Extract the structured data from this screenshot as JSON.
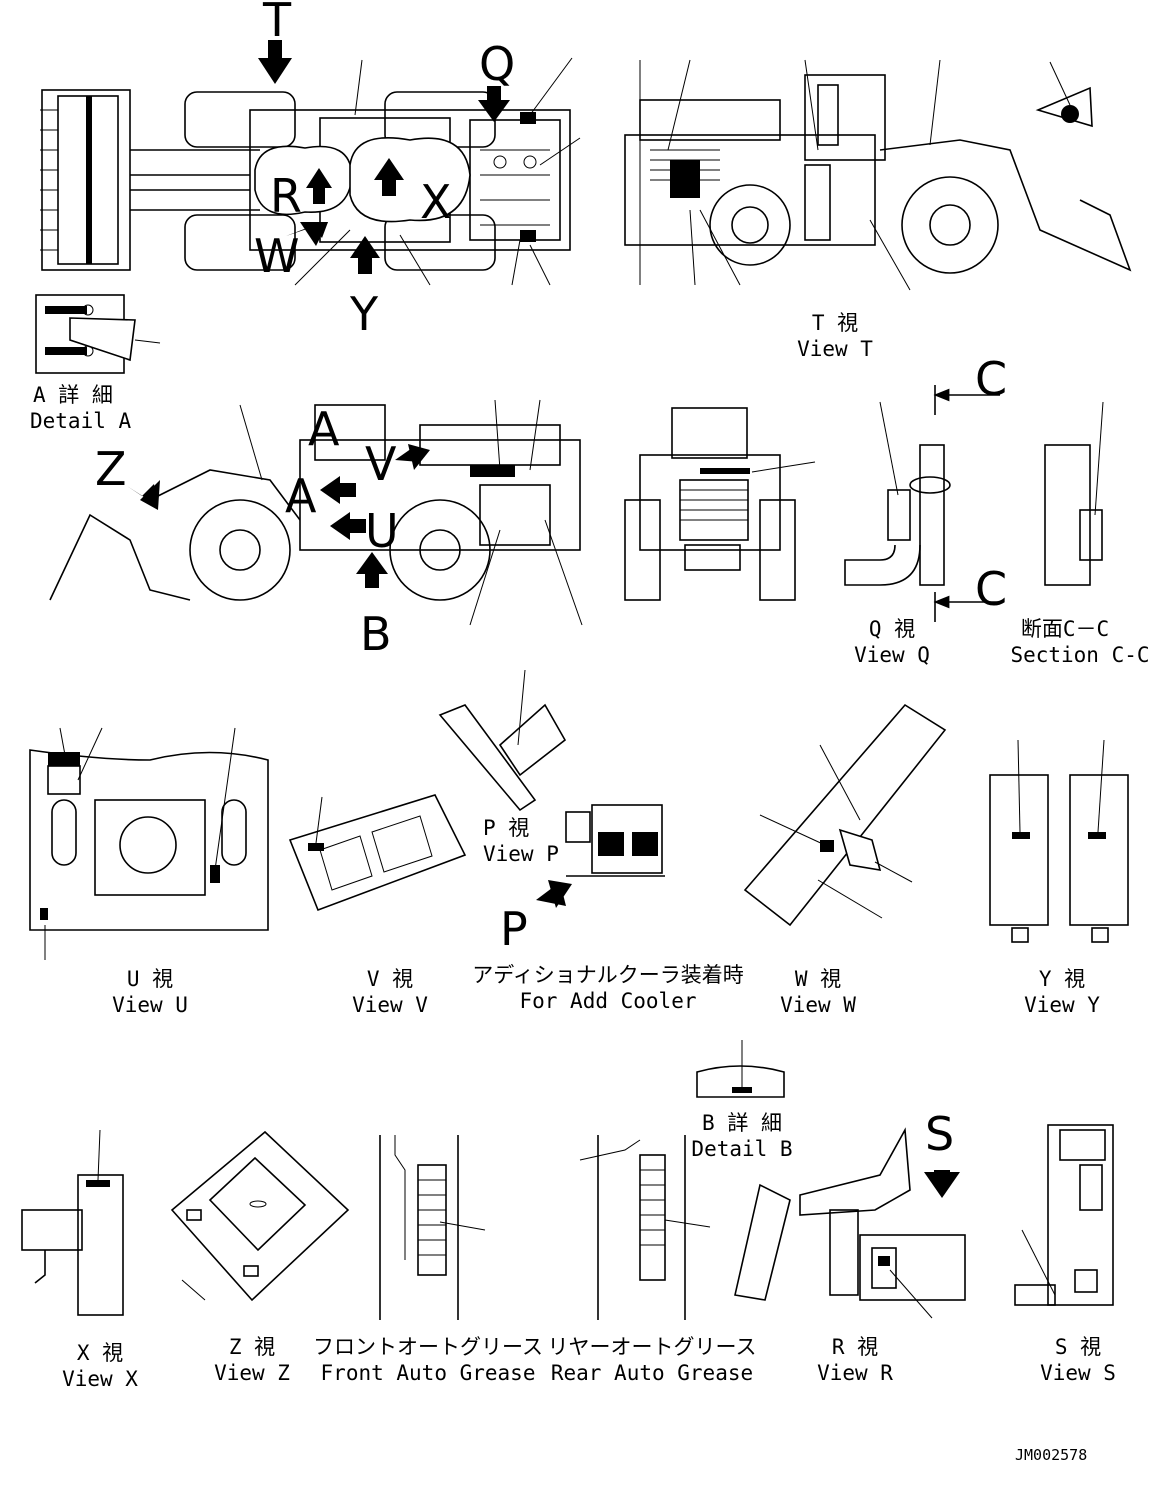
{
  "drawing_number": "JM002578",
  "view_letters": {
    "T": "T",
    "Q": "Q",
    "R": "R",
    "X": "X",
    "W": "W",
    "Y": "Y",
    "Z": "Z",
    "A": "A",
    "V": "V",
    "U": "U",
    "B": "B",
    "C": "C",
    "P": "P",
    "S": "S"
  },
  "captions": {
    "view_t": {
      "jp": "T 視",
      "en": "View T"
    },
    "detail_a": {
      "jp": "A 詳 細",
      "en": "Detail A"
    },
    "view_q": {
      "jp": "Q 視",
      "en": "View Q"
    },
    "section_cc": {
      "jp": "断面C－C",
      "en": "Section C-C"
    },
    "view_p": {
      "jp": "P 視",
      "en": "View P"
    },
    "view_u": {
      "jp": "U 視",
      "en": "View U"
    },
    "view_v": {
      "jp": "V 視",
      "en": "View V"
    },
    "add_cooler": {
      "jp": "アディショナルクーラ装着時",
      "en": "For Add Cooler"
    },
    "view_w": {
      "jp": "W 視",
      "en": "View W"
    },
    "view_y": {
      "jp": "Y 視",
      "en": "View Y"
    },
    "detail_b": {
      "jp": "B 詳 細",
      "en": "Detail B"
    },
    "view_x": {
      "jp": "X 視",
      "en": "View X"
    },
    "view_z": {
      "jp": "Z 視",
      "en": "View Z"
    },
    "front_grease": {
      "jp": "フロントオートグリース",
      "en": "Front Auto Grease"
    },
    "rear_grease": {
      "jp": "リヤーオートグリース",
      "en": "Rear Auto Grease"
    },
    "view_r": {
      "jp": "R 視",
      "en": "View R"
    },
    "view_s": {
      "jp": "S 視",
      "en": "View S"
    }
  }
}
